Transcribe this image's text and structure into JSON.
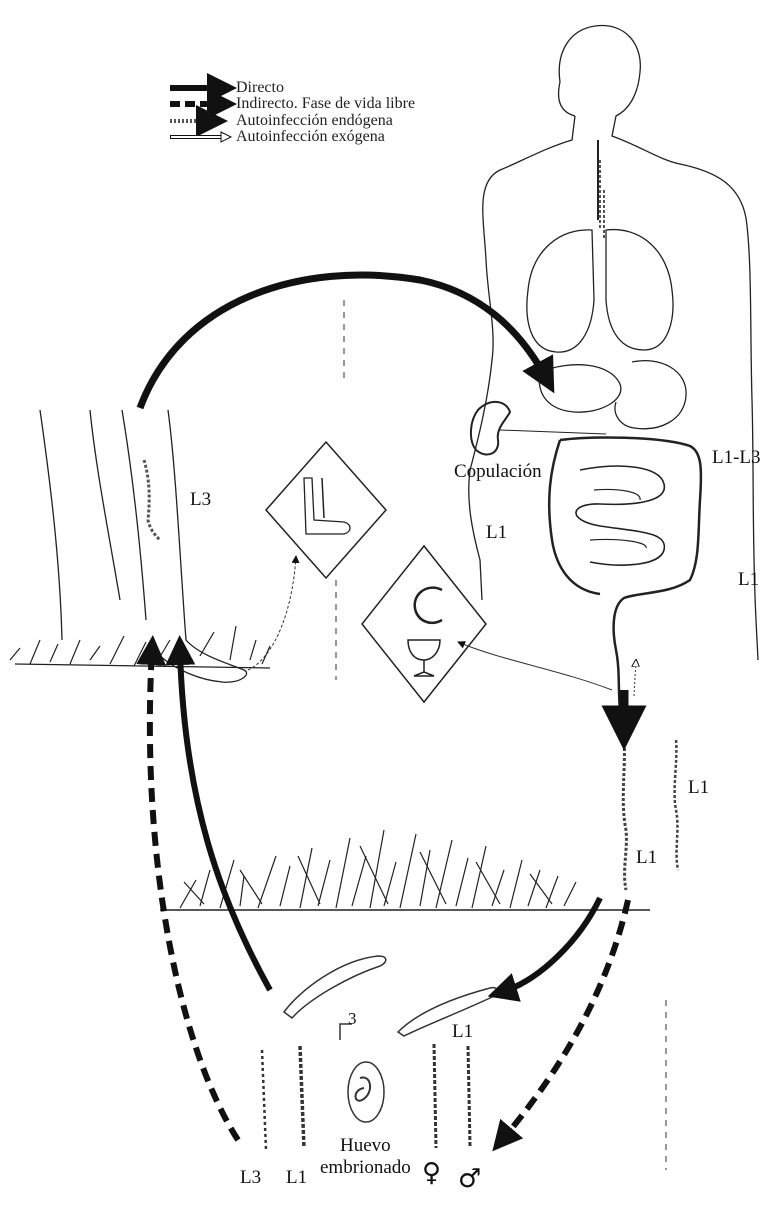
{
  "legend": {
    "items": [
      {
        "label": "Directo",
        "style": "solid-bold"
      },
      {
        "label": "Indirecto. Fase de vida libre",
        "style": "dashed-bold"
      },
      {
        "label": "Autoinfección endógena",
        "style": "hatched"
      },
      {
        "label": "Autoinfección exógena",
        "style": "outline"
      }
    ]
  },
  "labels": {
    "copulacion": "Copulación",
    "l1_l3": "L1-L3",
    "l1_intestine": "L1",
    "l1_colon": "L1",
    "l3_leg": "L3",
    "l1_stool": "L1",
    "l1_right": "L1",
    "l3_stage": "3",
    "l1_stage": "L1",
    "l3_bottom": "L3",
    "l1_bottom": "L1",
    "huevo_line1": "Huevo",
    "huevo_line2": "embrionado",
    "female_symbol": "♀",
    "male_symbol": "♂"
  },
  "colors": {
    "ink": "#111111",
    "background": "#ffffff"
  }
}
